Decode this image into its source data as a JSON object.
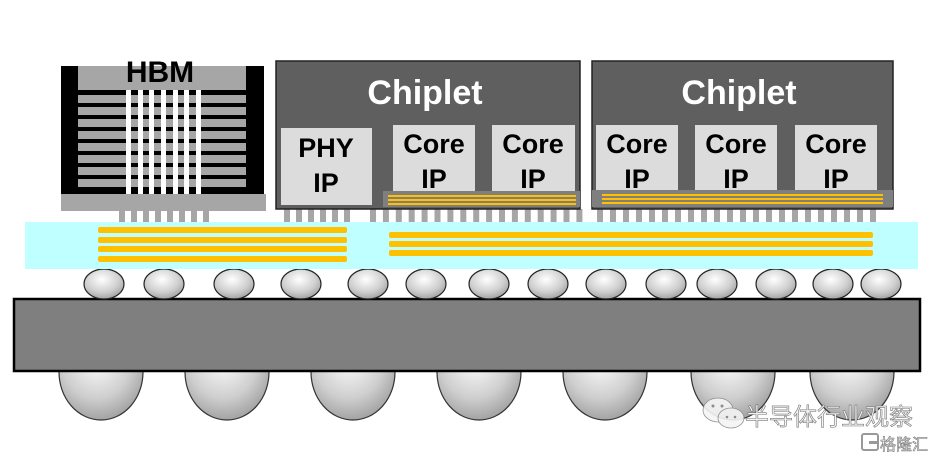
{
  "diagram": {
    "title": "2.5D Chiplet package cross-section",
    "hbm": {
      "label": "HBM"
    },
    "chiplets": [
      {
        "label": "Chiplet",
        "blocks": [
          {
            "line1": "PHY",
            "line2": "IP"
          },
          {
            "line1": "Core",
            "line2": "IP"
          },
          {
            "line1": "Core",
            "line2": "IP"
          }
        ]
      },
      {
        "label": "Chiplet",
        "blocks": [
          {
            "line1": "Core",
            "line2": "IP"
          },
          {
            "line1": "Core",
            "line2": "IP"
          },
          {
            "line1": "Core",
            "line2": "IP"
          }
        ]
      }
    ],
    "layers": [
      "HBM stack",
      "Chiplet dies",
      "Micro-bumps",
      "Silicon interposer",
      "C4 bumps",
      "Package substrate",
      "BGA balls"
    ],
    "colors": {
      "chiplet": "#5f5f5f",
      "ip_block": "#dcdcdc",
      "interposer": "#c0ffff",
      "wires": "#ffc000",
      "substrate": "#7f7f7f",
      "microbump": "#a6a6a6"
    }
  },
  "watermark": {
    "source": "半导体行业观察",
    "site": "格隆汇"
  }
}
